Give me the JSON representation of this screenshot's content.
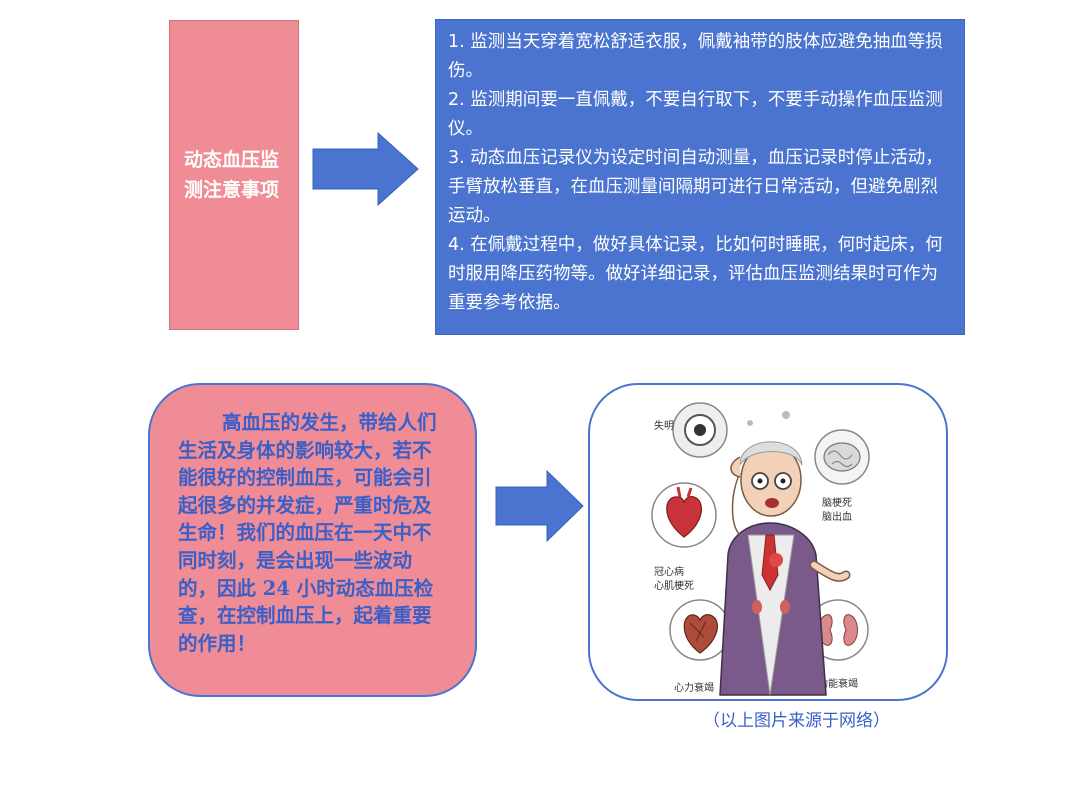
{
  "top": {
    "title": "动态血压监测注意事项",
    "notes": [
      "1. 监测当天穿着宽松舒适衣服，佩戴袖带的肢体应避免抽血等损伤。",
      "2. 监测期间要一直佩戴，不要自行取下，不要手动操作血压监测仪。",
      "3. 动态血压记录仪为设定时间自动测量，血压记录时停止活动，手臂放松垂直，在血压测量间隔期可进行日常活动，但避免剧烈运动。",
      "4. 在佩戴过程中，做好具体记录，比如何时睡眠，何时起床，何时服用降压药物等。做好详细记录，评估血压监测结果时可作为重要参考依据。"
    ]
  },
  "bottom": {
    "description": "高血压的发生，带给人们生活及身体的影响较大，若不能很好的控制血压，可能会引起很多的并发症，严重时危及生命！我们的血压在一天中不同时刻，是会出现一些波动的，因此 24 小时动态血压检查，在控制血压上，起着重要的作用！",
    "illustration_labels": {
      "eye": "失明",
      "brain_1": "脑梗死",
      "brain_2": "脑出血",
      "heart_1": "冠心病",
      "heart_2": "心肌梗死",
      "kidney": "肾功能衰竭",
      "heart_failure": "心力衰竭"
    },
    "caption": "（以上图片来源于网络）"
  },
  "colors": {
    "pink": "#f08c96",
    "blue": "#4a74cf",
    "text_blue": "#3a5fc8"
  }
}
